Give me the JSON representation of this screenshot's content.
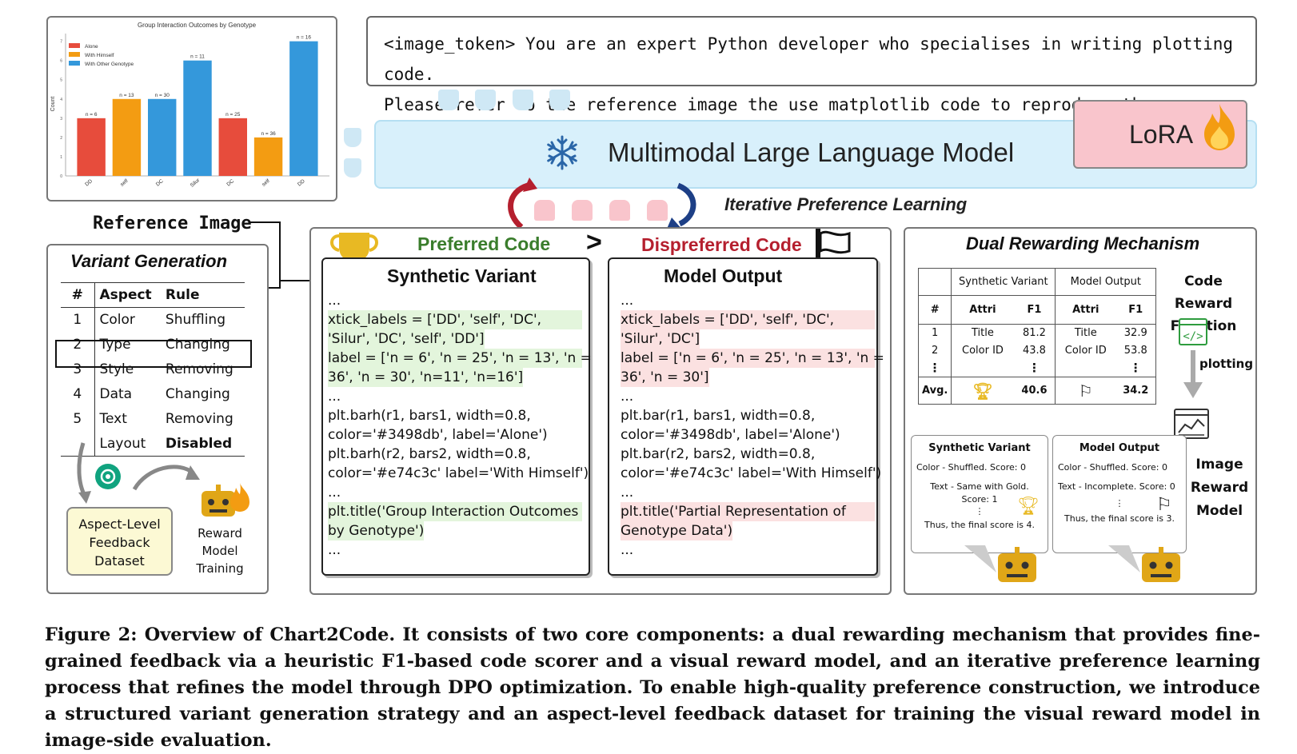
{
  "reference_chart": {
    "chart_data": {
      "type": "bar",
      "title": "Group Interaction Outcomes by Genotype",
      "ylabel": "Count",
      "categories": [
        "DD",
        "self",
        "DC",
        "Silur",
        "DC",
        "self",
        "DD"
      ],
      "values": [
        3,
        4,
        4,
        6,
        3,
        2,
        7
      ],
      "bar_labels": [
        "n = 6",
        "n = 13",
        "n = 30",
        "n = 11",
        "n = 25",
        "n = 36",
        "n = 16"
      ],
      "bar_colors": [
        "#e74c3c",
        "#f39c12",
        "#3498db",
        "#3498db",
        "#e74c3c",
        "#f39c12",
        "#3498db"
      ],
      "legend": [
        {
          "name": "Alone",
          "color": "#e74c3c"
        },
        {
          "name": "With Himself",
          "color": "#f39c12"
        },
        {
          "name": "With Other Genotype",
          "color": "#3498db"
        }
      ],
      "y_ticks": [
        "0",
        "1",
        "2",
        "3",
        "4",
        "5",
        "6",
        "7"
      ],
      "ylim": [
        0,
        7.4
      ],
      "legend_position": "top-left"
    }
  },
  "prompt": {
    "line1": "<image_token> You are an expert Python developer who specialises in writing plotting code.",
    "line2": "Please refer to the reference image the use matplotlib code to reproduce the reference image."
  },
  "mllm": {
    "title": "Multimodal Large Language Model",
    "lora": "LoRA"
  },
  "ipl_label": "Iterative Preference Learning",
  "reference_label": "Reference Image",
  "variant_generation": {
    "title": "Variant Generation",
    "headers": [
      "#",
      "Aspect",
      "Rule"
    ],
    "rows": [
      [
        "1",
        "Color",
        "Shuffling"
      ],
      [
        "2",
        "Type",
        "Changing"
      ],
      [
        "3",
        "Style",
        "Removing"
      ],
      [
        "4",
        "Data",
        "Changing"
      ],
      [
        "5",
        "Text",
        "Removing"
      ],
      [
        "",
        "Layout",
        "Disabled"
      ]
    ],
    "feedback_dataset": [
      "Aspect-Level",
      "Feedback",
      "Dataset"
    ],
    "reward_model_training": [
      "Reward",
      "Model",
      "Training"
    ]
  },
  "preferred": {
    "label": "Preferred Code",
    "title": "Synthetic Variant",
    "code": [
      "...",
      "xtick_labels = ['DD', 'self', 'DC',",
      "'Silur', 'DC', 'self', 'DD']",
      "label = ['n = 6', 'n = 25', 'n = 13', 'n =",
      "36', 'n = 30', 'n=11', 'n=16']",
      "...",
      "plt.barh(r1, bars1, width=0.8,",
      "color='#3498db', label='Alone')",
      "plt.barh(r2, bars2, width=0.8,",
      "color='#e74c3c' label='With Himself')",
      "...",
      "plt.title('Group Interaction Outcomes",
      "by Genotype')",
      "..."
    ]
  },
  "comparator": ">",
  "dispreferred": {
    "label": "Dispreferred Code",
    "title": "Model Output",
    "code": [
      "...",
      "xtick_labels = ['DD', 'self', 'DC',",
      "'Silur', 'DC']",
      "label = ['n = 6', 'n = 25', 'n = 13', 'n =",
      "36', 'n = 30']",
      "...",
      "plt.bar(r1, bars1, width=0.8,",
      "color='#3498db', label='Alone')",
      "plt.bar(r2, bars2, width=0.8,",
      "color='#e74c3c' label='With Himself')",
      "...",
      "plt.title('Partial Representation of",
      "Genotype Data')",
      "..."
    ]
  },
  "dual_reward": {
    "title": "Dual Rewarding Mechanism",
    "table": {
      "groups": [
        "Synthetic Variant",
        "Model Output"
      ],
      "headers": [
        "#",
        "Attri",
        "F1",
        "Attri",
        "F1"
      ],
      "rows": [
        [
          "1",
          "Title",
          "81.2",
          "Title",
          "32.9"
        ],
        [
          "2",
          "Color ID",
          "43.8",
          "Color ID",
          "53.8"
        ]
      ],
      "avg_label": "Avg.",
      "avg_synthetic": "40.6",
      "avg_model": "34.2"
    },
    "code_reward": [
      "Code Reward",
      "Function"
    ],
    "plotting": "plotting",
    "image_reward": [
      "Image",
      "Reward",
      "Model"
    ],
    "card_synthetic": {
      "title": "Synthetic Variant",
      "l1": "Color - Shuffled. Score: 0",
      "l2": "Text - Same with Gold.",
      "l3": "Score: 1",
      "l4": "Thus, the final score is 4."
    },
    "card_model": {
      "title": "Model Output",
      "l1": "Color - Shuffled. Score: 0",
      "l2": "Text - Incomplete. Score: 0",
      "l4": "Thus, the final score is 3."
    }
  },
  "caption": "Figure 2: Overview of Chart2Code. It consists of two core components: a dual rewarding mechanism that provides fine-grained feedback via a heuristic F1-based code scorer and a visual reward model, and an iterative preference learning process that refines the model through DPO optimization. To enable high-quality preference construction, we introduce a structured variant generation strategy and an aspect-level feedback dataset for training the visual reward model in image-side evaluation."
}
